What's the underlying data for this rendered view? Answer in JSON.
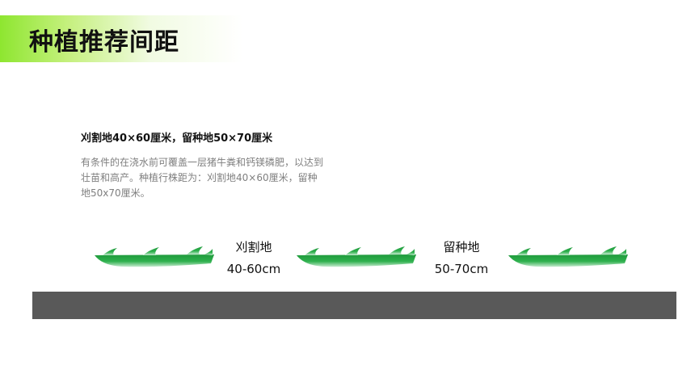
{
  "header": {
    "title": "种植推荐间距"
  },
  "content": {
    "subtitle": "刈割地40×60厘米，留种地50×70厘米",
    "description": "有条件的在浇水前可覆盖一层猪牛粪和钙镁磷肥，以达到壮苗和高产。种植行株距为：刈割地40×60厘米，留种地50x70厘米。"
  },
  "diagram": {
    "plots": [
      {
        "name": "刈割地",
        "range": "40-60cm"
      },
      {
        "name": "留种地",
        "range": "50-70cm"
      }
    ],
    "icons": [
      "grass-branch-icon",
      "grass-branch-icon",
      "grass-branch-icon"
    ],
    "colors": {
      "leaf_dark": "#1f9a3c",
      "leaf_light": "#bfe6c2",
      "ground": "#595959",
      "title_accent": "#8ee630"
    }
  }
}
